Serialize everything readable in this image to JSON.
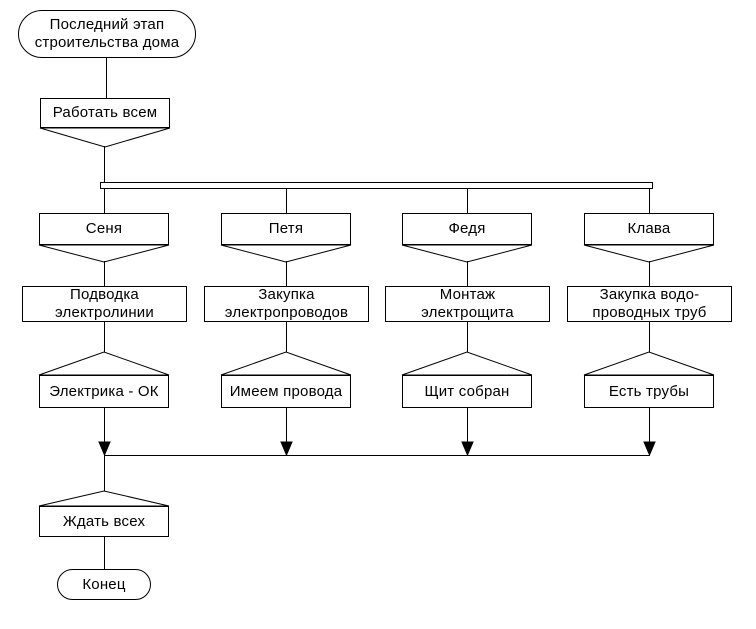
{
  "colors": {
    "line": "#000000",
    "background": "#ffffff",
    "text": "#000000"
  },
  "start_node": {
    "label": "Последний этап\nстроительства дома"
  },
  "action_node": {
    "label": "Работать всем"
  },
  "columns": [
    {
      "person": "Сеня",
      "task": "Подводка\nэлектролинии",
      "result": "Электрика - ОК"
    },
    {
      "person": "Петя",
      "task": "Закупка\nэлектропроводов",
      "result": "Имеем провода"
    },
    {
      "person": "Федя",
      "task": "Монтаж\nэлектрощита",
      "result": "Щит собран"
    },
    {
      "person": "Клава",
      "task": "Закупка водо-\nпроводных труб",
      "result": "Есть трубы"
    }
  ],
  "wait_node": {
    "label": "Ждать всех"
  },
  "end_node": {
    "label": "Конец"
  }
}
